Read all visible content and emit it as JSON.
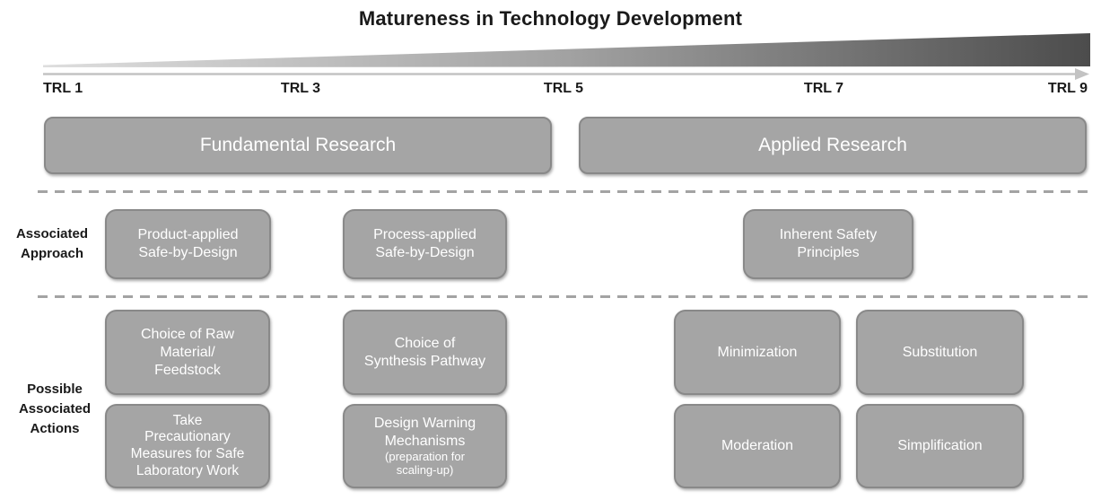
{
  "title": "Matureness in Technology Development",
  "timeline": {
    "trl_labels": [
      "TRL 1",
      "TRL 3",
      "TRL 5",
      "TRL 7",
      "TRL 9"
    ]
  },
  "phases": {
    "fundamental": "Fundamental Research",
    "applied": "Applied Research"
  },
  "row_labels": {
    "approach": "Associated\nApproach",
    "actions": "Possible\nAssociated\nActions"
  },
  "approach_boxes": [
    {
      "label": "Product-applied\nSafe-by-Design"
    },
    {
      "label": "Process-applied\nSafe-by-Design"
    },
    {
      "label": "Inherent Safety\nPrinciples"
    }
  ],
  "action_boxes": [
    {
      "label": "Choice of Raw\nMaterial/\nFeedstock"
    },
    {
      "label": "Choice of\nSynthesis Pathway"
    },
    {
      "label": "Minimization"
    },
    {
      "label": "Substitution"
    },
    {
      "label": "Take\nPrecautionary\nMeasures for Safe\nLaboratory Work"
    },
    {
      "label": "Design Warning\nMechanisms",
      "sublabel": "(preparation for\nscaling-up)"
    },
    {
      "label": "Moderation"
    },
    {
      "label": "Simplification"
    }
  ],
  "colors": {
    "box-fill": "#a5a5a5",
    "box-border": "#898989",
    "box-text": "#ffffff",
    "wedge-light": "#dedede",
    "wedge-mid": "#a2a2a2",
    "wedge-dark": "#4c4c4c",
    "arrow": "#c3c3c3",
    "dashed-line": "#a3a3a3",
    "text-dark": "#1a1a1a"
  }
}
